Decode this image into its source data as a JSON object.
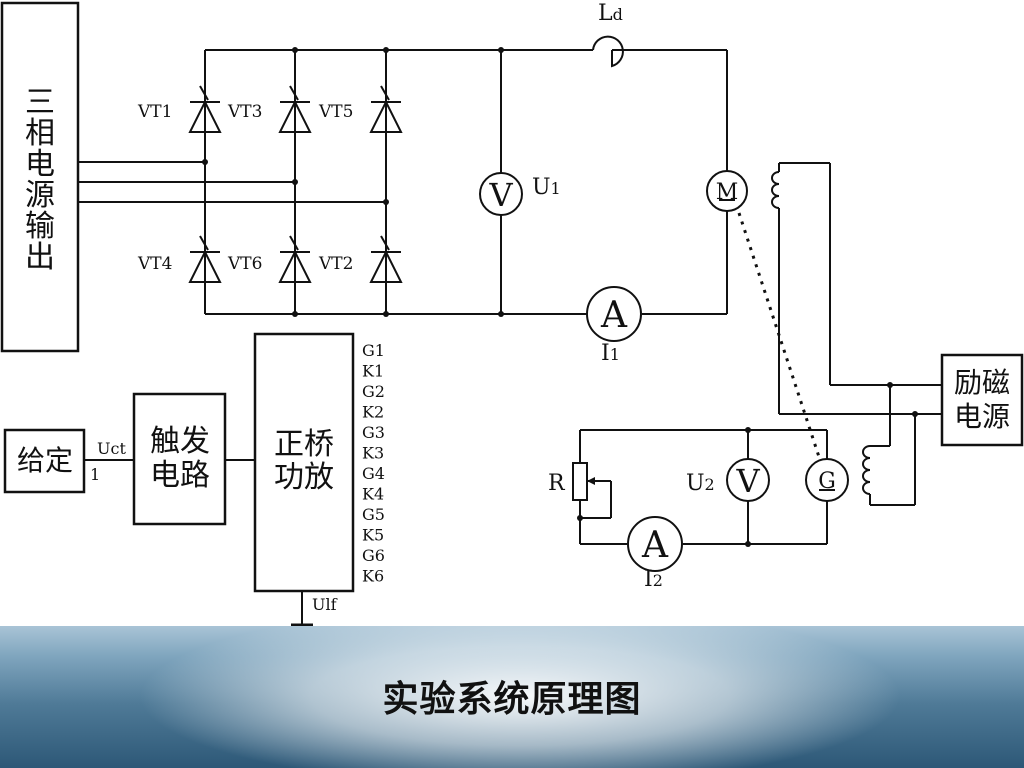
{
  "title": "实验系统原理图",
  "blocks": {
    "source": "三相电源输出",
    "setpoint": "给定",
    "trigger": [
      "触发",
      "电路"
    ],
    "amplifier": [
      "正桥",
      "功放"
    ],
    "excitation": [
      "励磁",
      "电源"
    ]
  },
  "thyristors": [
    "VT1",
    "VT3",
    "VT5",
    "VT4",
    "VT6",
    "VT2"
  ],
  "meters": {
    "v1": "V",
    "u1": "U",
    "u1_sub": "1",
    "a1": "A",
    "i1": "I",
    "i1_sub": "1",
    "v2": "V",
    "u2": "U",
    "u2_sub": "2",
    "a2": "A",
    "i2": "I",
    "i2_sub": "2"
  },
  "machines": {
    "motor": "M",
    "generator": "G"
  },
  "inductor": {
    "label": "L",
    "sub": "d"
  },
  "resistor": "R",
  "signals": {
    "uct": "Uct",
    "uct_sub": "1",
    "ulf": "Ulf"
  },
  "pins": [
    "G1",
    "K1",
    "G2",
    "K2",
    "G3",
    "K3",
    "G4",
    "K4",
    "G5",
    "K5",
    "G6",
    "K6"
  ]
}
